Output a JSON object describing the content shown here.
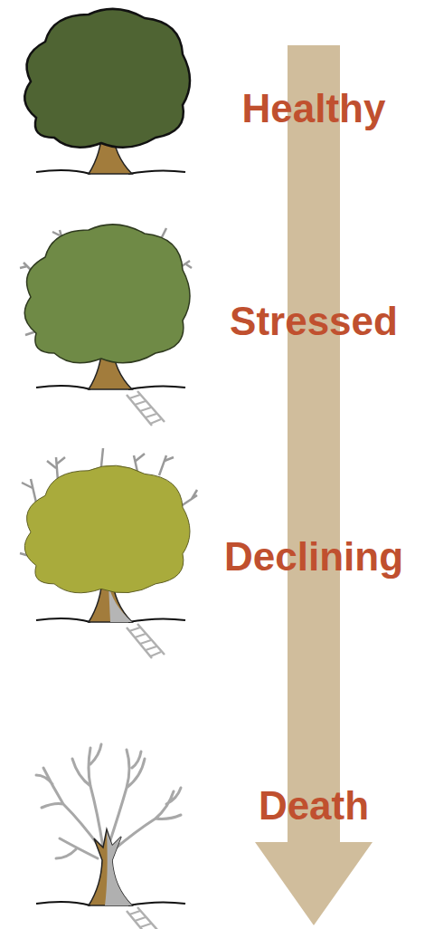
{
  "diagram": {
    "labels": [
      "Healthy",
      "Stressed",
      "Declining",
      "Death"
    ]
  }
}
